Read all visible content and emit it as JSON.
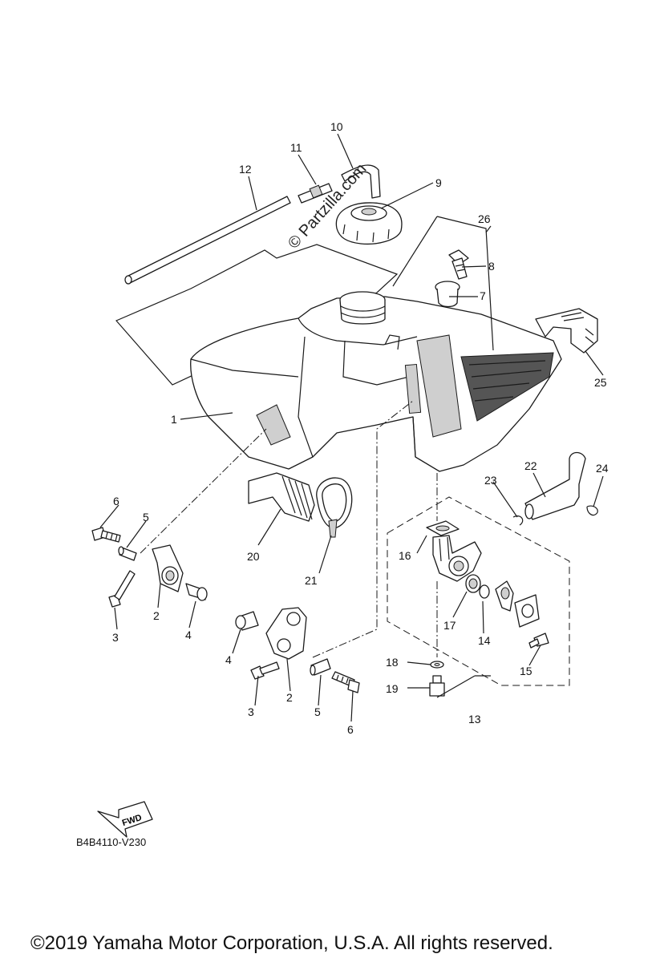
{
  "watermark": "© Partzilla.com",
  "diagram_code": "B4B4110-V230",
  "fwd_label": "FWD",
  "copyright": "©2019 Yamaha Motor Corporation, U.S.A. All rights reserved.",
  "callouts": {
    "c1": "1",
    "c2a": "2",
    "c2b": "2",
    "c3a": "3",
    "c3b": "3",
    "c4a": "4",
    "c4b": "4",
    "c5a": "5",
    "c5b": "5",
    "c6a": "6",
    "c6b": "6",
    "c7": "7",
    "c8": "8",
    "c9": "9",
    "c10": "10",
    "c11": "11",
    "c12": "12",
    "c13": "13",
    "c14": "14",
    "c15": "15",
    "c16": "16",
    "c17": "17",
    "c18": "18",
    "c19": "19",
    "c20": "20",
    "c21": "21",
    "c22": "22",
    "c23": "23",
    "c24": "24",
    "c25": "25",
    "c26": "26"
  }
}
